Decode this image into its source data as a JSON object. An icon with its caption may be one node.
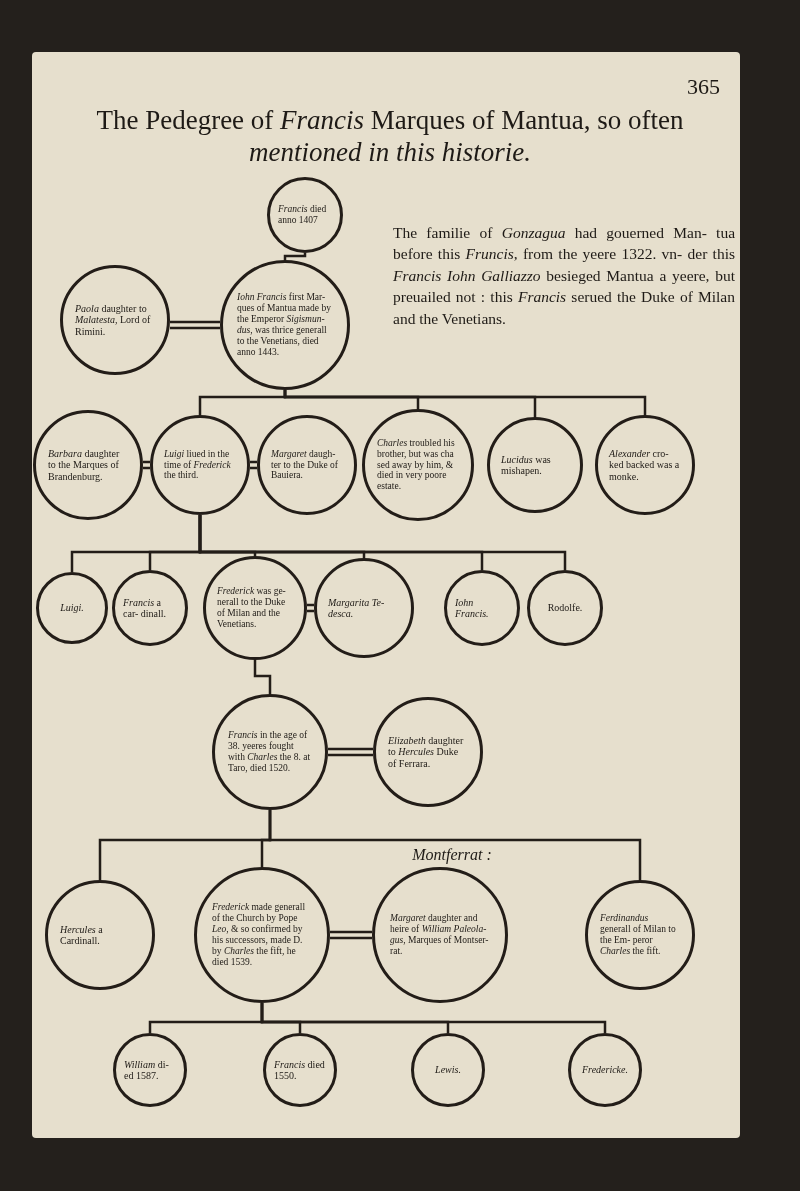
{
  "diagram": {
    "title": "The Pedegree of *Francis* Marques of Mantua, so often *mentioned in this historie.*",
    "nodes": [
      {
        "text": [
          "*Francis* died anno 1407"
        ]
      },
      {
        "text": [
          "*Paola* daughter to *Malatesta*, Lord of Rimini."
        ]
      },
      {
        "text": [
          "*Iohn Francis* first Mar- ques of Mantua made by the Emperor *Sigismun- dus*, was thrice generall to the Venetians, died anno 1443."
        ]
      },
      {
        "text": [
          "*Barbara* daughter to the Marques of Brandenburg."
        ]
      },
      {
        "text": [
          "*Luigi* liued in the time of *Frederick* the third."
        ]
      },
      {
        "text": [
          "*Margaret* daugh- ter to the Duke of Bauiera."
        ]
      },
      {
        "text": [
          "*Charles* troubled his brother, but was cha sed away by him, & died in very poore estate."
        ]
      },
      {
        "text": [
          "*Lucidus* was mishapen."
        ]
      },
      {
        "text": [
          "*Alexander* cro- ked backed was a monke."
        ]
      },
      {
        "text": [
          "*Luigi.*"
        ]
      },
      {
        "text": [
          "*Francis* a car- dinall."
        ]
      },
      {
        "text": [
          "*Frederick* was ge- nerall to the Duke of Milan and the Venetians."
        ]
      },
      {
        "text": [
          "*Margarita Te- desca.*"
        ]
      },
      {
        "text": [
          "*Iohn Francis.*"
        ]
      },
      {
        "text": [
          "Rodolfe."
        ]
      },
      {
        "text": [
          "*Francis* in the age of 38. yeeres fought with *Charles* the 8. at Taro, died 1520."
        ]
      },
      {
        "text": [
          "*Elizabeth* daughter to *Hercules* Duke of Ferrara."
        ]
      },
      {
        "text": [
          "*Hercules* a Cardinall."
        ]
      },
      {
        "text": [
          "*Frederick* made generall of the Church by Pope *Leo*, & so confirmed by his successors, made D. by *Charles* the fift, he died 1539."
        ]
      },
      {
        "text": [
          "*Margaret* daughter and heire of *William Paleola- gus*, Marques of Montser- rat."
        ]
      },
      {
        "text": [
          "*Ferdinandus* generall of Milan to the Em- peror *Charles* the fift."
        ]
      },
      {
        "text": [
          "*William* di- ed 1587."
        ]
      },
      {
        "text": [
          "*Francis* died 1550."
        ]
      },
      {
        "text": [
          "*Lewis.*"
        ]
      },
      {
        "text": [
          "*Fredericke.*"
        ]
      }
    ],
    "edges": [
      {
        "from": 0,
        "to": 2,
        "arrow": "none"
      },
      {
        "from": 2,
        "to": 1,
        "arrow": "none"
      },
      {
        "from": 2,
        "to": 4,
        "arrow": "none"
      },
      {
        "from": 2,
        "to": 6,
        "arrow": "none"
      },
      {
        "from": 2,
        "to": 7,
        "arrow": "none"
      },
      {
        "from": 2,
        "to": 8,
        "arrow": "none"
      },
      {
        "from": 4,
        "to": 3,
        "arrow": "none"
      },
      {
        "from": 4,
        "to": 5,
        "arrow": "none"
      },
      {
        "from": 4,
        "to": 9,
        "arrow": "none"
      },
      {
        "from": 4,
        "to": 10,
        "arrow": "none"
      },
      {
        "from": 4,
        "to": 11,
        "arrow": "none"
      },
      {
        "from": 4,
        "to": 12,
        "arrow": "none"
      },
      {
        "from": 4,
        "to": 13,
        "arrow": "none"
      },
      {
        "from": 4,
        "to": 14,
        "arrow": "none"
      },
      {
        "from": 11,
        "to": 12,
        "arrow": "none"
      },
      {
        "from": 11,
        "to": 15,
        "arrow": "none"
      },
      {
        "from": 15,
        "to": 16,
        "arrow": "none"
      },
      {
        "from": 15,
        "to": 17,
        "arrow": "none"
      },
      {
        "from": 15,
        "to": 18,
        "arrow": "none"
      },
      {
        "from": 15,
        "to": 20,
        "arrow": "none"
      },
      {
        "from": 18,
        "to": 19,
        "arrow": "none"
      },
      {
        "from": 18,
        "to": 21,
        "arrow": "none"
      },
      {
        "from": 18,
        "to": 22,
        "arrow": "none"
      },
      {
        "from": 18,
        "to": 23,
        "arrow": "none"
      },
      {
        "from": 18,
        "to": 24,
        "arrow": "none"
      }
    ],
    "labels": [
      "365",
      "The familie of *Gonzagua* had gouerned Man- tua before this *Fruncis*, from the yeere 1322. vn- der this *Francis Iohn Galliazzo* besieged Mantua a yeere, but preuailed not : this *Francis* serued the Duke of Milan and the Venetians.",
      "*Montferrat :*"
    ]
  }
}
